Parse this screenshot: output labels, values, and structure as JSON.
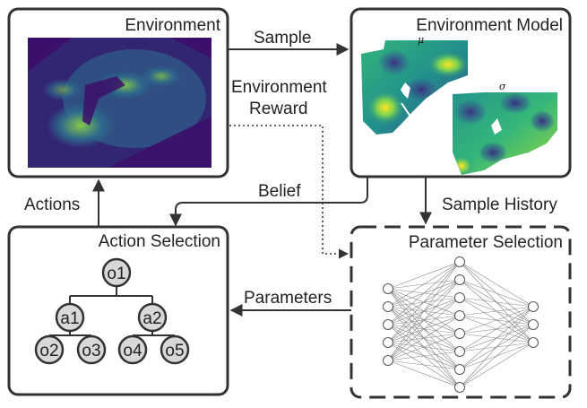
{
  "boxes": {
    "environment": {
      "title": "Environment"
    },
    "environment_model": {
      "title": "Environment Model",
      "mean_symbol": "μ",
      "std_symbol": "σ"
    },
    "action_selection": {
      "title": "Action Selection"
    },
    "parameter_selection": {
      "title": "Parameter Selection"
    }
  },
  "arrows": {
    "sample": "Sample",
    "environment_reward_line1": "Environment",
    "environment_reward_line2": "Reward",
    "belief": "Belief",
    "actions": "Actions",
    "sample_history": "Sample History",
    "parameters": "Parameters"
  },
  "tree": {
    "root": "o1",
    "actions": [
      "a1",
      "a2"
    ],
    "leaves": [
      "o2",
      "o3",
      "o4",
      "o5"
    ]
  },
  "network": {
    "layers": [
      5,
      8,
      3
    ]
  },
  "colors": {
    "box_border": "#333333",
    "node_fill": "#d8d8d8",
    "env_background": "#3b0f6b",
    "env_mid": "#2d6f8e",
    "env_high": "#8fd744",
    "heat_high": "#fde725",
    "heat_low": "#3b2f80"
  }
}
